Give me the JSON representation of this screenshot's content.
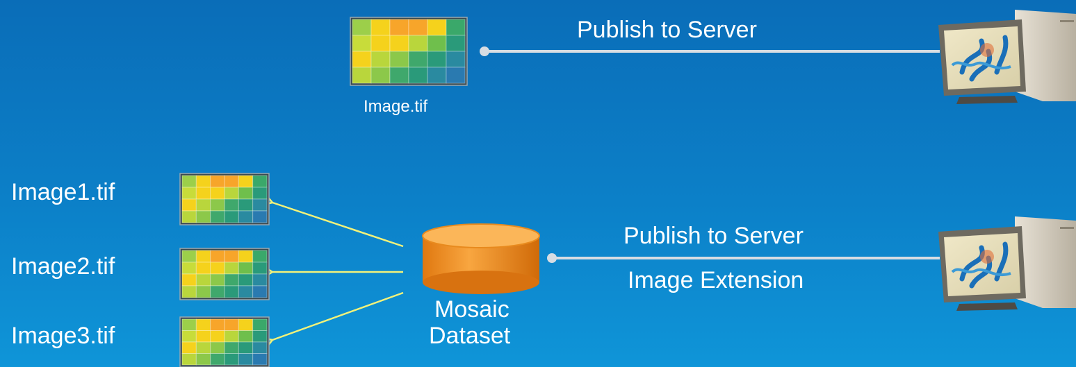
{
  "top": {
    "publish_label": "Publish to Server",
    "image_caption": "Image.tif"
  },
  "bottom": {
    "images": [
      "Image1.tif",
      "Image2.tif",
      "Image3.tif"
    ],
    "mosaic_line1": "Mosaic",
    "mosaic_line2": "Dataset",
    "publish_label": "Publish to Server",
    "extension_label": "Image Extension"
  },
  "colors": {
    "arrow": "#f2f27a",
    "connector": "#d7dde3",
    "cylinder": "#f59a2f"
  },
  "icons": {
    "raster": "raster-grid-icon",
    "database": "database-cylinder-icon",
    "server": "server-computer-icon"
  }
}
